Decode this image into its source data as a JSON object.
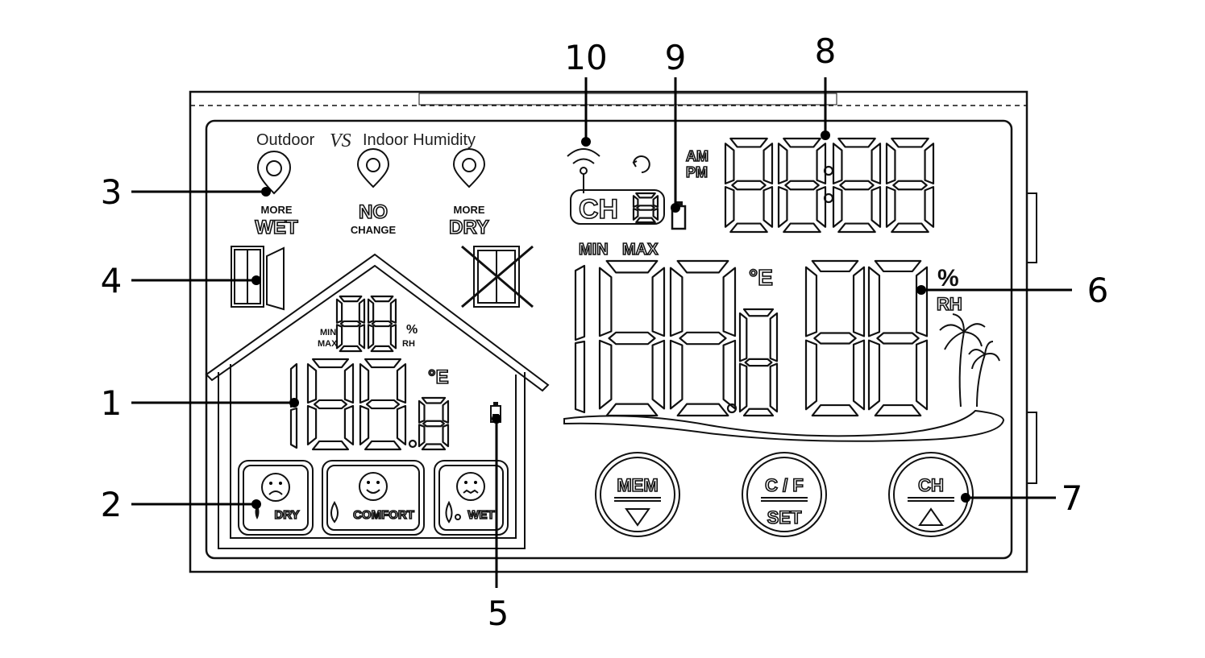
{
  "header": {
    "title": "Outdoor",
    "vs": "VS",
    "subtitle": "Indoor Humidity"
  },
  "humidity_compare": {
    "more_wet": {
      "top": "MORE",
      "main": "WET"
    },
    "no_change": {
      "top": "NO",
      "main": "CHANGE"
    },
    "more_dry": {
      "top": "MORE",
      "main": "DRY"
    }
  },
  "comfort": {
    "dry": "DRY",
    "comfort": "COMFORT",
    "wet": "WET"
  },
  "indoor": {
    "min": "MIN",
    "max": "MAX",
    "humidity_digits": "88",
    "humidity_unit": "%",
    "humidity_unit2": "RH",
    "temp_digits": "188.8",
    "temp_unit": "°E"
  },
  "outdoor": {
    "min": "MIN",
    "max": "MAX",
    "temp_digits": "188.8",
    "temp_unit": "°E",
    "humidity_digits": "88",
    "humidity_unit": "%",
    "humidity_unit2": "RH"
  },
  "clock": {
    "am": "AM",
    "pm": "PM",
    "digits": "28:88"
  },
  "channel": {
    "label": "CH",
    "digit": "8"
  },
  "buttons": {
    "mem": "MEM",
    "cf": "C / F",
    "set": "SET",
    "ch": "CH"
  },
  "callouts": [
    "1",
    "2",
    "3",
    "4",
    "5",
    "6",
    "7",
    "8",
    "9",
    "10"
  ]
}
